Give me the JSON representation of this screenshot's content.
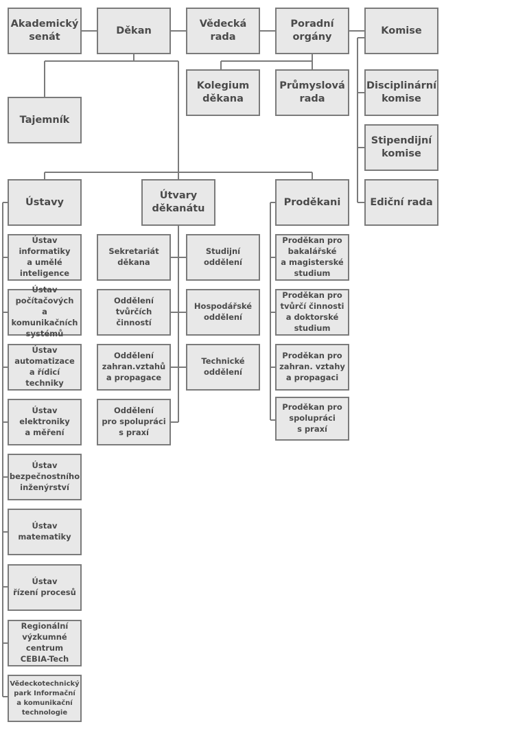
{
  "top": {
    "akademicky_senat": "Akademický\nsenát",
    "dekan": "Děkan",
    "vedecka_rada": "Vědecká\nrada",
    "poradni_organy": "Poradní\norgány",
    "komise": "Komise"
  },
  "poradni": {
    "kolegium": "Kolegium\nděkana",
    "prumyslova_rada": "Průmyslová\nrada"
  },
  "komise_list": {
    "disciplinarni": "Disciplinární\nkomise",
    "stipendijni": "Stipendijní\nkomise",
    "edicni": "Ediční rada"
  },
  "tajemnik": "Tajemník",
  "ustavy": {
    "header": "Ústavy",
    "items": [
      "Ústav\ninformatiky\na umělé\ninteligence",
      "Ústav\npočítačových\na komunikačních\nsystémů",
      "Ústav\nautomatizace\na řídicí techniky",
      "Ústav\nelektroniky\na měření",
      "Ústav\nbezpečnostního\ninženýrství",
      "Ústav\nmatematiky",
      "Ústav\nřízení procesů",
      "Regionální\nvýzkumné\ncentrum\nCEBIA-Tech",
      "Vědeckotechnický\npark Informační\na komunikační\ntechnologie"
    ]
  },
  "utvary": {
    "header": "Útvary\nděkanátu",
    "left": [
      "Sekretariát\nděkana",
      "Oddělení\ntvůrčích činností",
      "Oddělení\nzahran.vztahů\na propagace",
      "Oddělení\npro spolupráci\ns praxí"
    ],
    "right": [
      "Studijní\noddělení",
      "Hospodářské\noddělení",
      "Technické\noddělení"
    ]
  },
  "prodekani": {
    "header": "Proděkani",
    "items": [
      "Proděkan pro\nbakalářské\na magisterské\nstudium",
      "Proděkan pro\ntvůrčí činnosti\na doktorské\nstudium",
      "Proděkan pro\nzahran. vztahy\na propagaci",
      "Proděkan pro\nspolupráci\ns praxí"
    ]
  }
}
